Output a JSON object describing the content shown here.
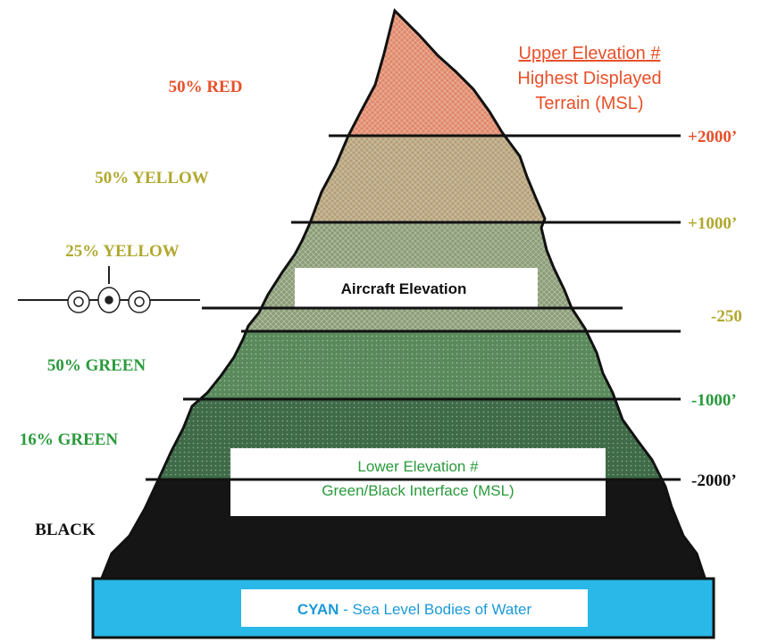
{
  "bands": {
    "red": "50% RED",
    "yellow50": "50% YELLOW",
    "yellow25": "25% YELLOW",
    "green50": "50% GREEN",
    "green16": "16% GREEN",
    "black": "BLACK"
  },
  "upper_box": {
    "line1": "Upper Elevation #",
    "line2": "Highest Displayed",
    "line3": "Terrain (MSL)"
  },
  "aircraft_box": {
    "label": "Aircraft Elevation"
  },
  "lower_box": {
    "line1": "Lower Elevation #",
    "line2": "Green/Black Interface (MSL)"
  },
  "water_box": {
    "cyan": "CYAN",
    "rest": " - Sea Level Bodies of Water"
  },
  "levels": {
    "plus2000": "+2000’",
    "plus1000": "+1000’",
    "minus250": "-250",
    "minus1000": "-1000’",
    "minus2000": "-2000’"
  },
  "colors": {
    "red_band": "#e0886a",
    "yellow50_band": "#b4a078",
    "yellow25_band": "#8a9c76",
    "green50_band": "#5a8a5c",
    "green16_band": "#3f6b48",
    "black_band": "#151515",
    "water": "#29b8e8",
    "red_text": "#e8502a",
    "yellow_text": "#b0a82e",
    "green_text": "#2a9a3c",
    "cyan_text": "#1a9ad8"
  },
  "icons": [
    "aircraft-icon"
  ]
}
